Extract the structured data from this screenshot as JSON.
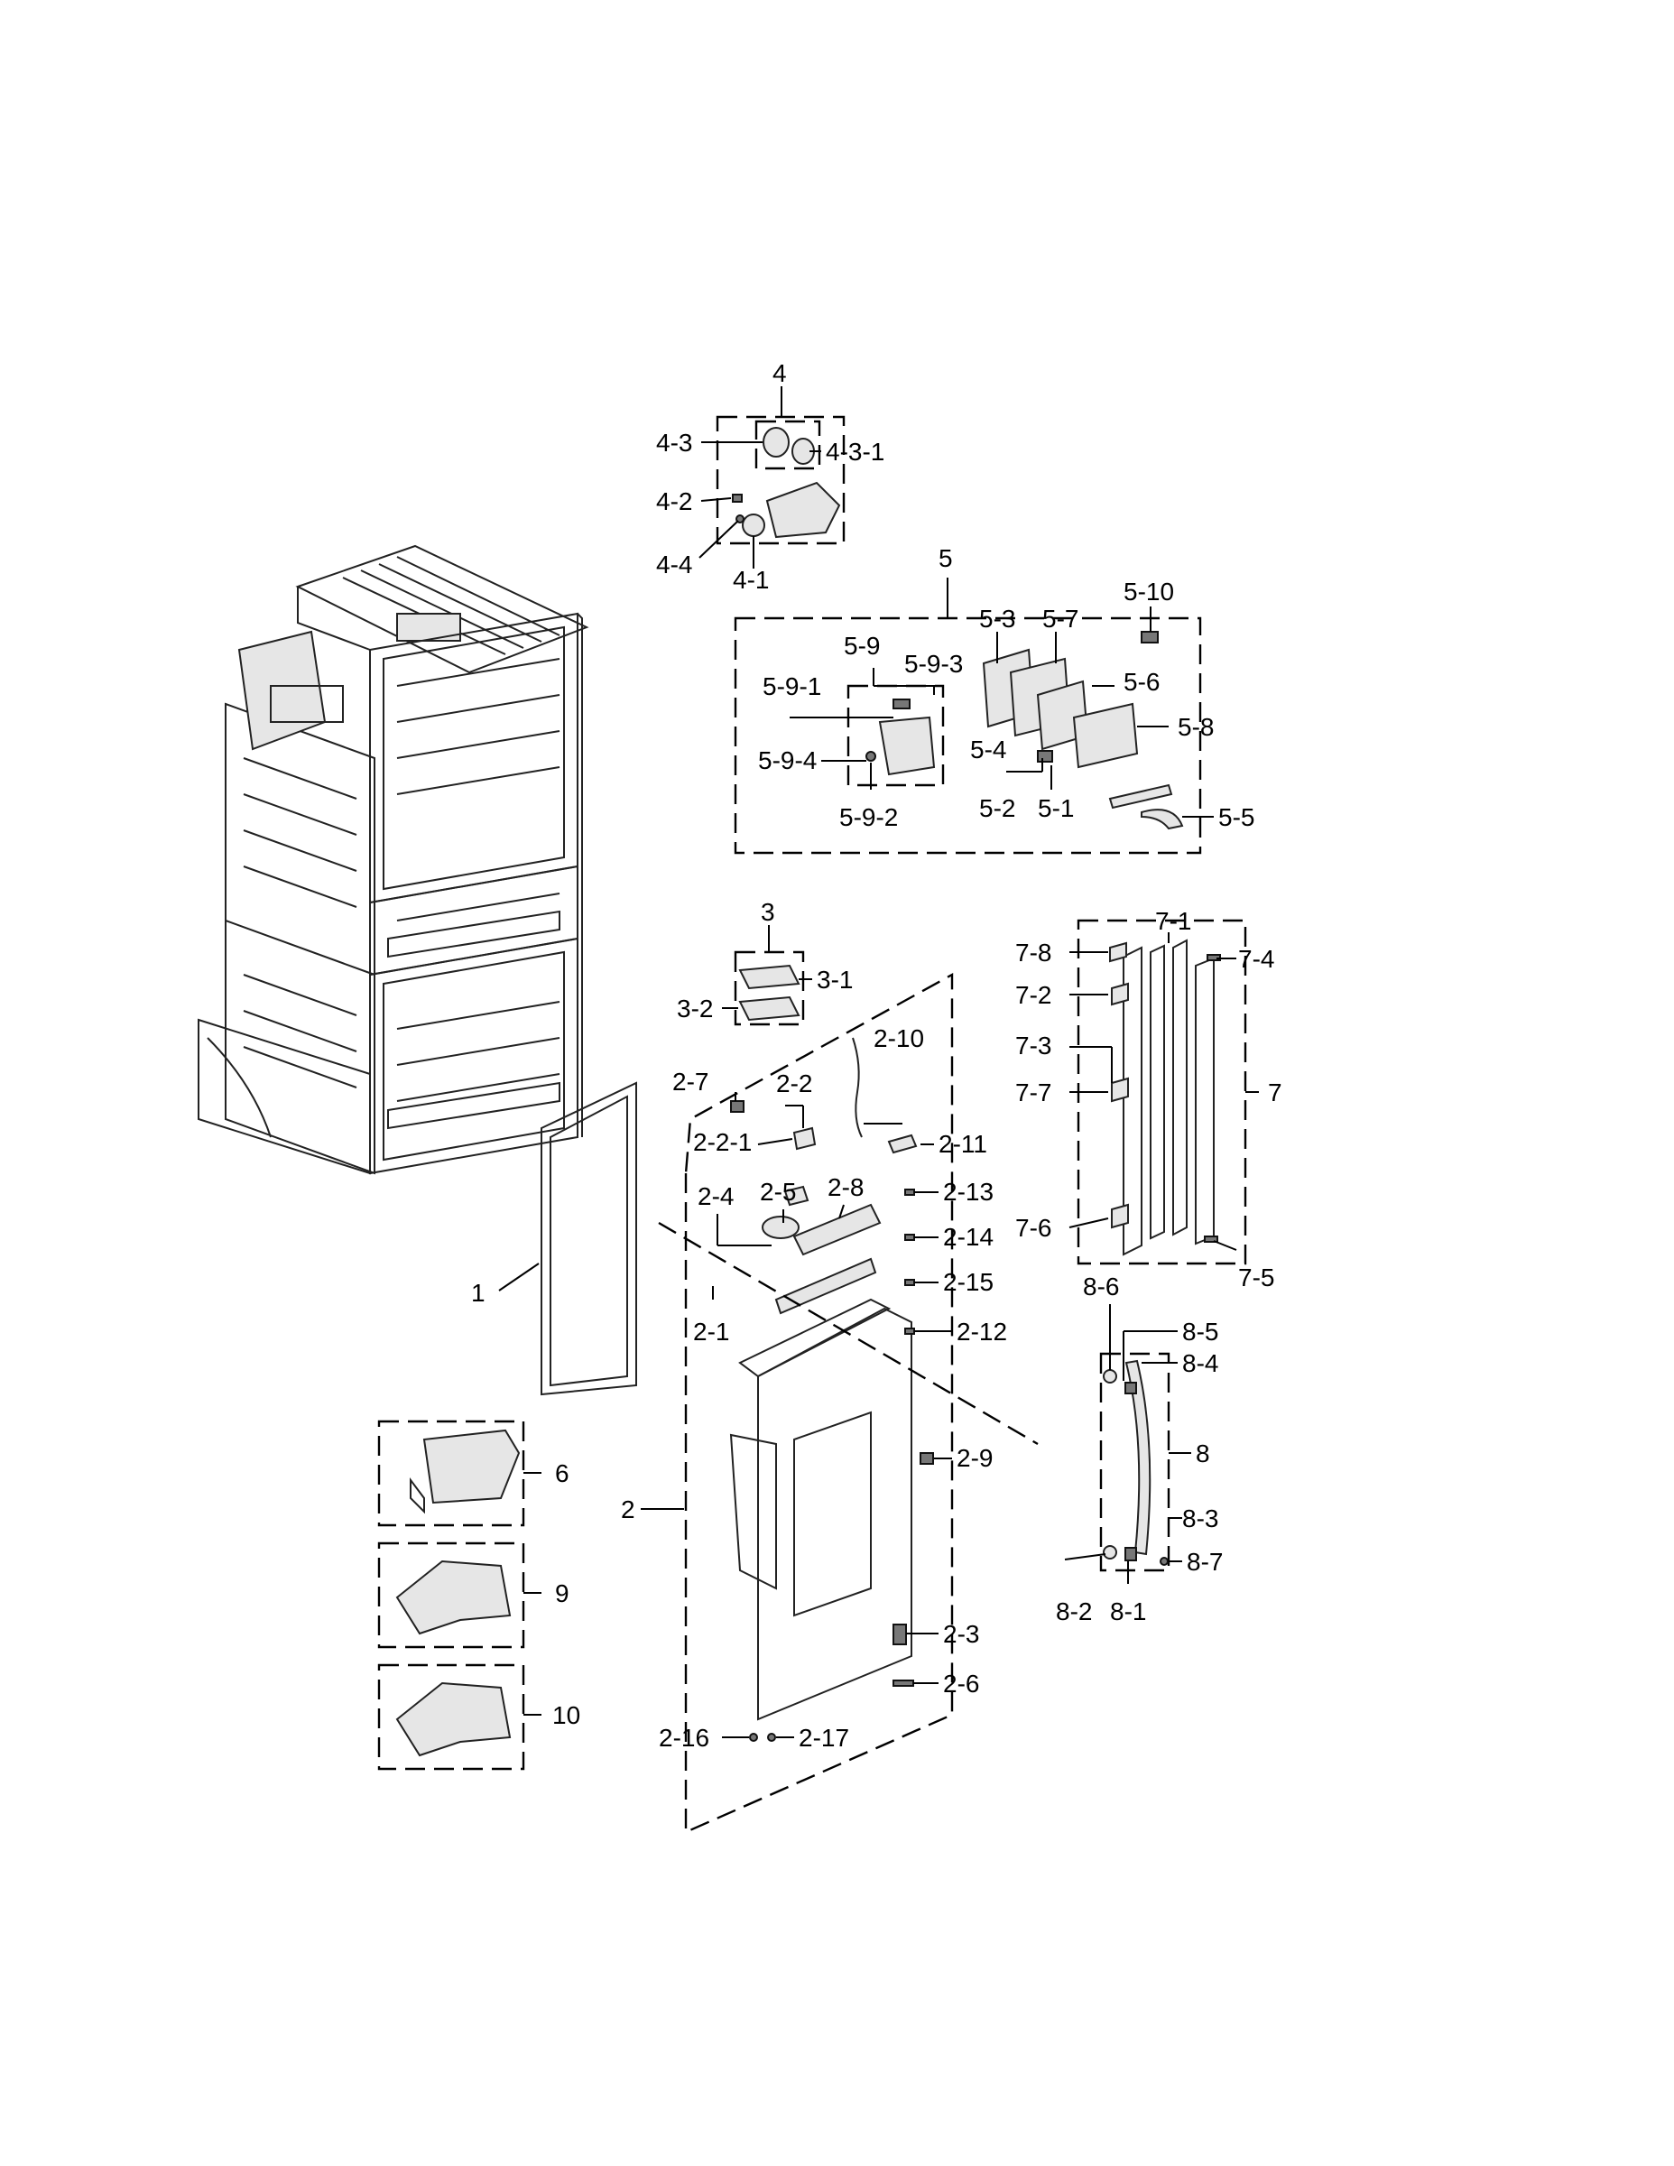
{
  "labels": {
    "l1": "1",
    "l2": "2",
    "l2_1": "2-1",
    "l2_2": "2-2",
    "l2_2_1": "2-2-1",
    "l2_3": "2-3",
    "l2_4": "2-4",
    "l2_5": "2-5",
    "l2_6": "2-6",
    "l2_7": "2-7",
    "l2_8": "2-8",
    "l2_9": "2-9",
    "l2_10": "2-10",
    "l2_11": "2-11",
    "l2_12": "2-12",
    "l2_13": "2-13",
    "l2_14": "2-14",
    "l2_15": "2-15",
    "l2_16": "2-16",
    "l2_17": "2-17",
    "l3": "3",
    "l3_1": "3-1",
    "l3_2": "3-2",
    "l4": "4",
    "l4_1": "4-1",
    "l4_2": "4-2",
    "l4_3": "4-3",
    "l4_3_1": "4-3-1",
    "l4_4": "4-4",
    "l5": "5",
    "l5_1": "5-1",
    "l5_2": "5-2",
    "l5_3": "5-3",
    "l5_4": "5-4",
    "l5_5": "5-5",
    "l5_6": "5-6",
    "l5_7": "5-7",
    "l5_8": "5-8",
    "l5_9": "5-9",
    "l5_9_1": "5-9-1",
    "l5_9_2": "5-9-2",
    "l5_9_3": "5-9-3",
    "l5_9_4": "5-9-4",
    "l5_10": "5-10",
    "l6": "6",
    "l7": "7",
    "l7_1": "7-1",
    "l7_2": "7-2",
    "l7_3": "7-3",
    "l7_4": "7-4",
    "l7_5": "7-5",
    "l7_6": "7-6",
    "l7_7": "7-7",
    "l7_8": "7-8",
    "l8": "8",
    "l8_1": "8-1",
    "l8_2": "8-2",
    "l8_3": "8-3",
    "l8_4": "8-4",
    "l8_5": "8-5",
    "l8_6": "8-6",
    "l8_7": "8-7",
    "l9": "9",
    "l10": "10"
  }
}
